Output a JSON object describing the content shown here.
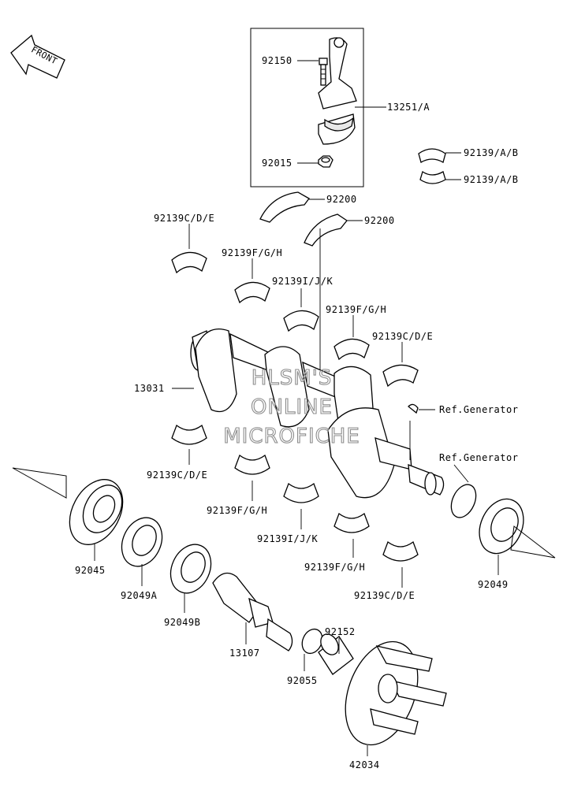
{
  "front_label": "FRONT",
  "watermark": [
    "HLSM'S",
    "ONLINE",
    "MICROFICHE"
  ],
  "callouts": {
    "p92150": "92150",
    "p13251A": "13251/A",
    "p92015": "92015",
    "p92139AB_1": "92139/A/B",
    "p92139AB_2": "92139/A/B",
    "p92200_1": "92200",
    "p92200_2": "92200",
    "p92139CDE_1": "92139C/D/E",
    "p92139FGH_1": "92139F/G/H",
    "p92139IJK_1": "92139I/J/K",
    "p92139FGH_2": "92139F/G/H",
    "p92139CDE_2": "92139C/D/E",
    "p13031": "13031",
    "refgen_1": "Ref.Generator",
    "refgen_2": "Ref.Generator",
    "p92139CDE_3": "92139C/D/E",
    "p92139FGH_3": "92139F/G/H",
    "p92139IJK_2": "92139I/J/K",
    "p92139FGH_4": "92139F/G/H",
    "p92139CDE_4": "92139C/D/E",
    "p92045": "92045",
    "p92049A": "92049A",
    "p92049B": "92049B",
    "p13107": "13107",
    "p92152": "92152",
    "p92055": "92055",
    "p42034": "42034",
    "p92049": "92049"
  }
}
